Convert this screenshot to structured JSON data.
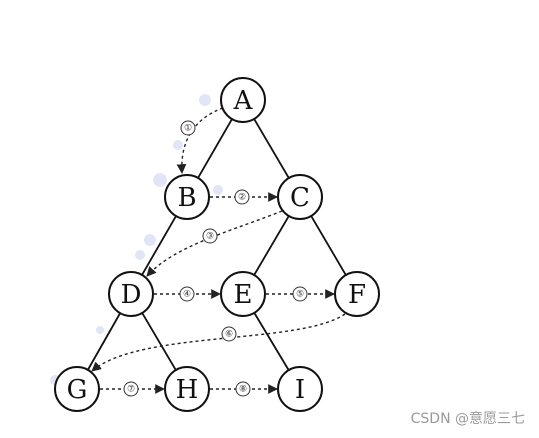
{
  "diagram": {
    "nodes": [
      {
        "id": "A",
        "label": "A"
      },
      {
        "id": "B",
        "label": "B"
      },
      {
        "id": "C",
        "label": "C"
      },
      {
        "id": "D",
        "label": "D"
      },
      {
        "id": "E",
        "label": "E"
      },
      {
        "id": "F",
        "label": "F"
      },
      {
        "id": "G",
        "label": "G"
      },
      {
        "id": "H",
        "label": "H"
      },
      {
        "id": "I",
        "label": "I"
      }
    ],
    "tree_edges": [
      [
        "A",
        "B"
      ],
      [
        "A",
        "C"
      ],
      [
        "B",
        "D"
      ],
      [
        "C",
        "E"
      ],
      [
        "C",
        "F"
      ],
      [
        "D",
        "G"
      ],
      [
        "D",
        "H"
      ],
      [
        "E",
        "I"
      ]
    ],
    "traversal_steps": [
      {
        "step": "①",
        "from": "A",
        "to": "B"
      },
      {
        "step": "②",
        "from": "B",
        "to": "C"
      },
      {
        "step": "③",
        "from": "C",
        "to": "D"
      },
      {
        "step": "④",
        "from": "D",
        "to": "E"
      },
      {
        "step": "⑤",
        "from": "E",
        "to": "F"
      },
      {
        "step": "⑥",
        "from": "F",
        "to": "G"
      },
      {
        "step": "⑦",
        "from": "G",
        "to": "H"
      },
      {
        "step": "⑧",
        "from": "H",
        "to": "I"
      }
    ],
    "colors": {
      "node_stroke": "#111111",
      "arrow": "#222222",
      "watermark": "#9a9a9a"
    }
  },
  "watermark": "CSDN @意愿三七"
}
